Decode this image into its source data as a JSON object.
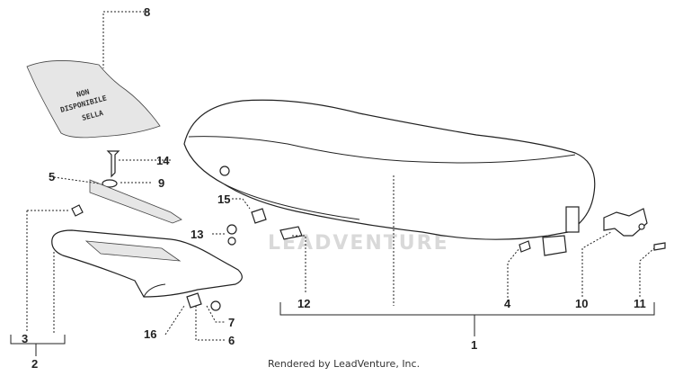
{
  "diagram": {
    "callouts": [
      "8",
      "14",
      "9",
      "5",
      "15",
      "13",
      "3",
      "2",
      "12",
      "4",
      "10",
      "11",
      "1",
      "16",
      "7",
      "6"
    ],
    "bag_lines": [
      "NON",
      "DISPONIBILE",
      "SELLA"
    ],
    "watermark_text": "LEADVENTURE",
    "footer": "Rendered by LeadVenture, Inc."
  }
}
